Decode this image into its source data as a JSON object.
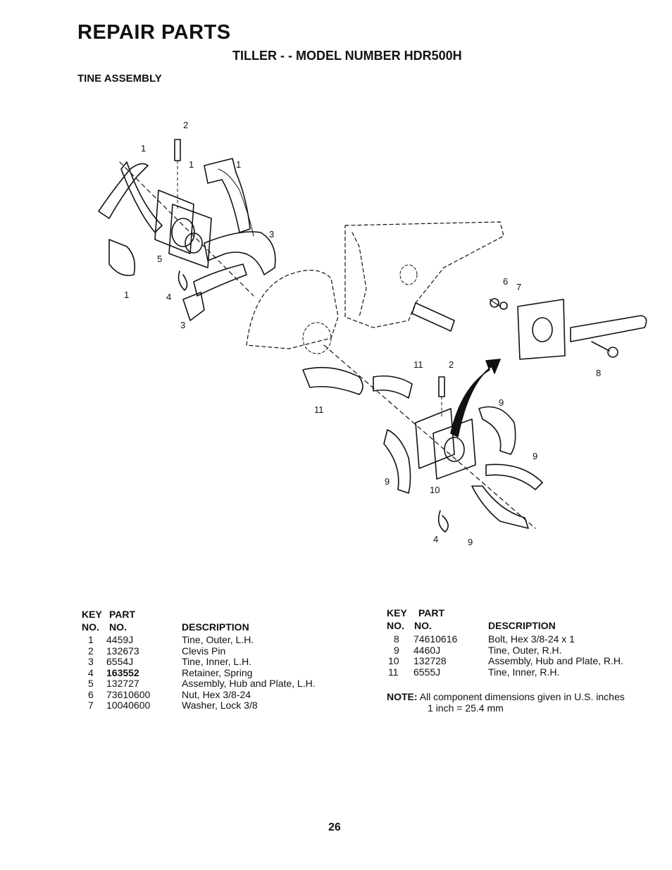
{
  "header": {
    "title": "REPAIR PARTS",
    "subtitle": "TILLER - - MODEL NUMBER HDR500H",
    "section": "TINE ASSEMBLY"
  },
  "diagram": {
    "callouts": [
      "1",
      "2",
      "1",
      "1",
      "3",
      "5",
      "4",
      "1",
      "3",
      "6",
      "7",
      "8",
      "11",
      "2",
      "11",
      "9",
      "9",
      "9",
      "10",
      "4",
      "9"
    ]
  },
  "table_left": {
    "header": {
      "key_line1": "KEY",
      "key_line2": "NO.",
      "part_line1": "PART",
      "part_line2": "NO.",
      "desc": "DESCRIPTION"
    },
    "rows": [
      {
        "key": "1",
        "part": "4459J",
        "desc": "Tine, Outer, L.H."
      },
      {
        "key": "2",
        "part": "132673",
        "desc": "Clevis Pin"
      },
      {
        "key": "3",
        "part": "6554J",
        "desc": "Tine, Inner, L.H."
      },
      {
        "key": "4",
        "part": "163552",
        "desc": "Retainer, Spring"
      },
      {
        "key": "5",
        "part": "132727",
        "desc": "Assembly, Hub and Plate, L.H."
      },
      {
        "key": "6",
        "part": "73610600",
        "desc": "Nut, Hex 3/8-24"
      },
      {
        "key": "7",
        "part": "10040600",
        "desc": "Washer, Lock 3/8"
      }
    ]
  },
  "table_right": {
    "header": {
      "key_line1": "KEY",
      "key_line2": "NO.",
      "part_line1": "PART",
      "part_line2": "NO.",
      "desc": "DESCRIPTION"
    },
    "rows": [
      {
        "key": "8",
        "part": "74610616",
        "desc": "Bolt, Hex 3/8-24 x 1"
      },
      {
        "key": "9",
        "part": "4460J",
        "desc": "Tine, Outer, R.H."
      },
      {
        "key": "10",
        "part": "132728",
        "desc": "Assembly, Hub and Plate, R.H."
      },
      {
        "key": "11",
        "part": "6555J",
        "desc": "Tine, Inner, R.H."
      }
    ]
  },
  "note": {
    "label": "NOTE:",
    "line1": "All component dimensions given in U.S. inches",
    "line2": "1 inch = 25.4 mm"
  },
  "page_number": "26"
}
